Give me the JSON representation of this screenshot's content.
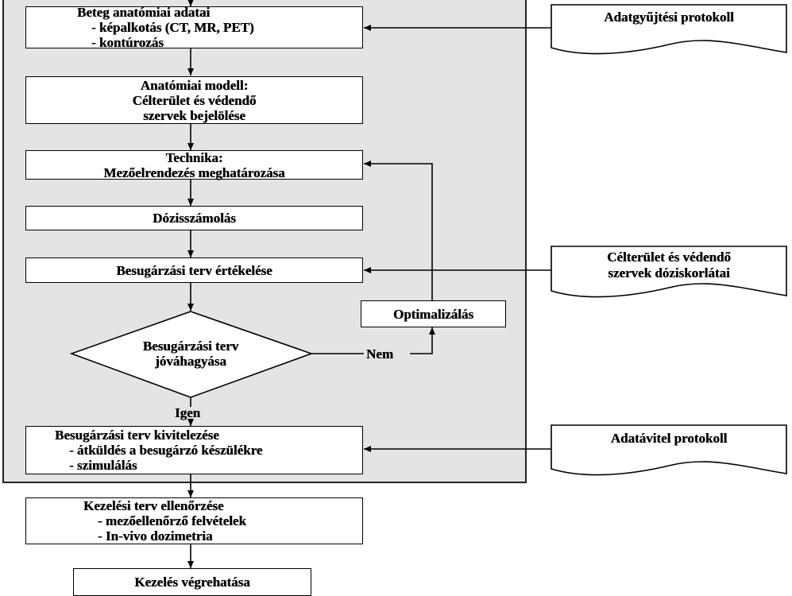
{
  "boxes": {
    "anatomy": {
      "title": "Beteg anatómiai adatai",
      "items": [
        "- képalkotás (CT, MR, PET)",
        "- kontúrozás"
      ]
    },
    "model": {
      "lines": [
        "Anatómiai modell:",
        "Célterület és védendő",
        "szervek bejelölése"
      ]
    },
    "technique": {
      "lines": [
        "Technika:",
        "Mezőelrendezés meghatározása"
      ]
    },
    "dose": {
      "label": "Dózisszámolás"
    },
    "evaluation": {
      "label": "Besugárzási terv értékelése"
    },
    "optimization": {
      "label": "Optimalizálás"
    },
    "approval": {
      "lines": [
        "Besugárzási terv",
        "jóváhagyása"
      ]
    },
    "execution": {
      "title": "Besugárzási terv kivitelezése",
      "items": [
        "- átküldés a besugárzó készülékre",
        "- szimulálás"
      ]
    },
    "check": {
      "title": "Kezelési terv ellenőrzése",
      "items": [
        "- mezőellenőrző felvételek",
        "- In-vivo dozimetria"
      ]
    },
    "treatment": {
      "label": "Kezelés végrehatása"
    }
  },
  "decision_labels": {
    "no": "Nem",
    "yes": "Igen"
  },
  "documents": {
    "data_collection": {
      "lines": [
        "Adatgyűjtési protokoll"
      ]
    },
    "dose_limits": {
      "lines": [
        "Célterület és védendő",
        "szervek dóziskorlátai"
      ]
    },
    "data_transfer": {
      "lines": [
        "Adatávitel protokoll"
      ]
    }
  }
}
